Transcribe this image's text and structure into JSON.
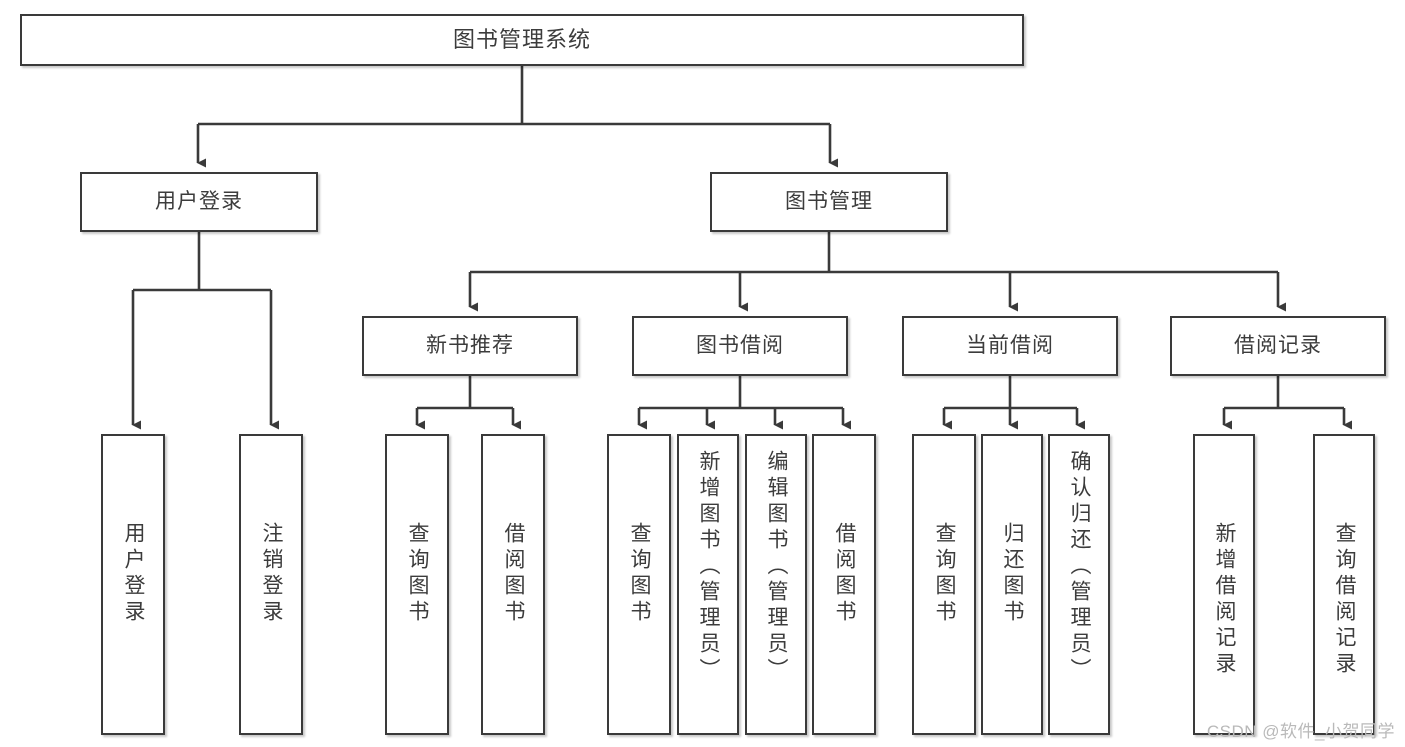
{
  "diagram": {
    "title": "图书管理系统",
    "type": "tree",
    "watermark": "CSDN @软件_小贺同学",
    "colors": {
      "border": "#3a3a3a",
      "text": "#3c3c3c",
      "background": "#ffffff",
      "connector": "#3a3a3a",
      "watermark": "#b9b9b9"
    },
    "root": {
      "label": "图书管理系统"
    },
    "level2": [
      {
        "label": "用户登录"
      },
      {
        "label": "图书管理"
      }
    ],
    "level3": [
      {
        "label": "新书推荐"
      },
      {
        "label": "图书借阅"
      },
      {
        "label": "当前借阅"
      },
      {
        "label": "借阅记录"
      }
    ],
    "leaves": {
      "user_login": [
        {
          "label": "用户登录"
        },
        {
          "label": "注销登录"
        }
      ],
      "new_book": [
        {
          "label": "查询图书"
        },
        {
          "label": "借阅图书"
        }
      ],
      "borrow": [
        {
          "label": "查询图书"
        },
        {
          "label": "新增图书（管理员）"
        },
        {
          "label": "编辑图书（管理员）"
        },
        {
          "label": "借阅图书"
        }
      ],
      "current": [
        {
          "label": "查询图书"
        },
        {
          "label": "归还图书"
        },
        {
          "label": "确认归还（管理员）"
        }
      ],
      "records": [
        {
          "label": "新增借阅记录"
        },
        {
          "label": "查询借阅记录"
        }
      ]
    }
  },
  "chart_data": {
    "type": "table",
    "title": "图书管理系统 功能结构",
    "nodes": [
      {
        "id": "root",
        "label": "图书管理系统",
        "level": 1,
        "parent": null
      },
      {
        "id": "user-login",
        "label": "用户登录",
        "level": 2,
        "parent": "root"
      },
      {
        "id": "book-manage",
        "label": "图书管理",
        "level": 2,
        "parent": "root"
      },
      {
        "id": "new-book-rec",
        "label": "新书推荐",
        "level": 3,
        "parent": "book-manage"
      },
      {
        "id": "book-borrow",
        "label": "图书借阅",
        "level": 3,
        "parent": "book-manage"
      },
      {
        "id": "current-borrow",
        "label": "当前借阅",
        "level": 3,
        "parent": "book-manage"
      },
      {
        "id": "borrow-record",
        "label": "借阅记录",
        "level": 3,
        "parent": "book-manage"
      },
      {
        "id": "leaf-1",
        "label": "用户登录",
        "level": 4,
        "parent": "user-login"
      },
      {
        "id": "leaf-2",
        "label": "注销登录",
        "level": 4,
        "parent": "user-login"
      },
      {
        "id": "leaf-3",
        "label": "查询图书",
        "level": 4,
        "parent": "new-book-rec"
      },
      {
        "id": "leaf-4",
        "label": "借阅图书",
        "level": 4,
        "parent": "new-book-rec"
      },
      {
        "id": "leaf-5",
        "label": "查询图书",
        "level": 4,
        "parent": "book-borrow"
      },
      {
        "id": "leaf-6",
        "label": "新增图书（管理员）",
        "level": 4,
        "parent": "book-borrow"
      },
      {
        "id": "leaf-7",
        "label": "编辑图书（管理员）",
        "level": 4,
        "parent": "book-borrow"
      },
      {
        "id": "leaf-8",
        "label": "借阅图书",
        "level": 4,
        "parent": "book-borrow"
      },
      {
        "id": "leaf-9",
        "label": "查询图书",
        "level": 4,
        "parent": "current-borrow"
      },
      {
        "id": "leaf-10",
        "label": "归还图书",
        "level": 4,
        "parent": "current-borrow"
      },
      {
        "id": "leaf-11",
        "label": "确认归还（管理员）",
        "level": 4,
        "parent": "current-borrow"
      },
      {
        "id": "leaf-12",
        "label": "新增借阅记录",
        "level": 4,
        "parent": "borrow-record"
      },
      {
        "id": "leaf-13",
        "label": "查询借阅记录",
        "level": 4,
        "parent": "borrow-record"
      }
    ]
  }
}
